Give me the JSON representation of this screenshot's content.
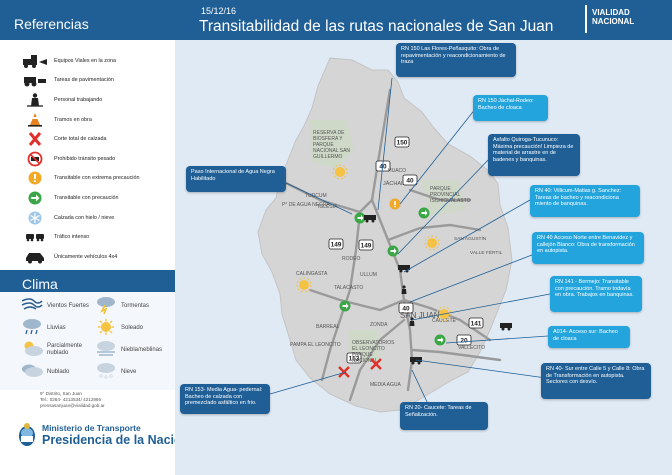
{
  "header": {
    "date": "15/12/16",
    "title": "Transitabilidad de las rutas nacionales de San Juan",
    "brand_line1": "VIALIDAD",
    "brand_line2": "NACIONAL"
  },
  "legend": {
    "title": "Referencias",
    "items": [
      {
        "label": "Equipos Viales en la zona",
        "icon": "road-equipment-icon"
      },
      {
        "label": "Tareas de pavimentación",
        "icon": "paving-icon"
      },
      {
        "label": "Personal trabajando",
        "icon": "worker-icon"
      },
      {
        "label": "Tramos en obra",
        "icon": "cone-icon"
      },
      {
        "label": "Corte total de calzada",
        "icon": "road-closed-icon"
      },
      {
        "label": "Prohibido tránsito pesado",
        "icon": "no-heavy-traffic-icon"
      },
      {
        "label": "Transitable con extrema precaución",
        "icon": "extreme-caution-icon"
      },
      {
        "label": "Transitable con precaución",
        "icon": "caution-icon"
      },
      {
        "label": "Calzada con hielo / nieve",
        "icon": "ice-icon"
      },
      {
        "label": "Tráfico intenso",
        "icon": "heavy-traffic-icon"
      },
      {
        "label": "Únicamente vehículos 4x4",
        "icon": "four-by-four-icon"
      }
    ]
  },
  "clima": {
    "title": "Clima",
    "items": [
      {
        "label": "Vientos Fuertes",
        "icon": "wind-icon"
      },
      {
        "label": "Tormentas",
        "icon": "storm-icon"
      },
      {
        "label": "Lluvias",
        "icon": "rain-icon"
      },
      {
        "label": "Soleado",
        "icon": "sun-icon"
      },
      {
        "label": "Parcialmente nublado",
        "icon": "partly-cloudy-icon"
      },
      {
        "label": "Niebla/neblinas",
        "icon": "fog-icon"
      },
      {
        "label": "Nublado",
        "icon": "cloudy-icon"
      },
      {
        "label": "Nieve",
        "icon": "snow-icon"
      }
    ]
  },
  "contact": {
    "line1": "9° Distrito, San Juan",
    "line2": "Tel.: 0264- 4213534/ 4212966",
    "line3": "prensasanjuan@vialidad.gob.ar"
  },
  "ministry": {
    "line1": "Ministerio de Transporte",
    "line2": "Presidencia de la Nación"
  },
  "callouts": {
    "rn150a": "RN 150 Las Flores-Peñasquito: Obra de repavimentación y reacondicionamiento de traza",
    "rn150b": "RN 150 Jáchal-Rodeo: Bacheo de cloaca",
    "agua_negra": "Paso Internacional de Agua Negra Habilitado",
    "asfalto_quiroga": "Asfalto Quiroga-Tucunuco: Máxima precaución! Limpieza de material de arrastre en de badenes y banquinas.",
    "rn40_villicum": "RN 40: Villicum-Matias g. Sanchez: Tareas de bacheo y reacondiciona miento de banquinas.",
    "rn40_norte": "RN 40 Acceso Norte entre Benavidez y callejón Blanco: Obra de transformación en autopista.",
    "rn141": "RN 141 - Bermejo: Transitable con precaución. Tramo todavía en obra. Trabajos en banquinas.",
    "a014": "A014- Acceso sur: Bacheo de cloaca",
    "rn40_sur": "RN 40- Sur entre Calle 5 y Calle 8: Obra de Transformación en autopista. Sectores con desvío.",
    "rn153": "RN 153- Media Agua- pedernal: Bacheo de calzada con premezclado asfáltico en frio.",
    "rn20": "RN 20- Caucete: Tareas de Señalización."
  },
  "map_labels": {
    "reserva": "RESERVA DE BIOSFERA Y PARQUE NACIONAL SAN GUILLERMO",
    "iglesia": "IGLESIA",
    "jachal": "JÁCHAL",
    "paso_agua_negra": "P° DE AGUA NEGRA",
    "tudcum": "TUDCUM",
    "parque_ischigualasto": "PARQUE PROVINCIAL ISCHIGUALASTO",
    "san_agustin": "SAN AGUSTÍN",
    "huaco": "HUACO",
    "valle_fertil": "VALLE FÉRTIL",
    "ullum": "ULLUM",
    "calingasta": "CALINGASTA",
    "barreal": "BARREAL",
    "zonda": "ZONDA",
    "san_juan": "SAN JUAN",
    "pampa_leoncito": "PAMPA EL LEONCITO",
    "observatorios": "OBSERVATORIOS EL LEONCITO PARQUE NACIONAL",
    "media_agua": "MEDIA AGUA",
    "caucete": "CAUCETE",
    "vallecito": "VALLECITO",
    "rodeo": "RODEO",
    "talacasto": "TALACASTO"
  },
  "routes": {
    "r40a": "40",
    "r40b": "40",
    "r150": "150",
    "r149a": "149",
    "r149b": "149",
    "r141": "141",
    "r20": "20",
    "r153": "153",
    "r40c": "40"
  },
  "colors": {
    "brand_blue": "#1f5f96",
    "light_blue": "#23a4dc",
    "province_fill": "#d6d6d6",
    "sea_bg": "#dfeaf5",
    "route": "#9a9a9a"
  }
}
